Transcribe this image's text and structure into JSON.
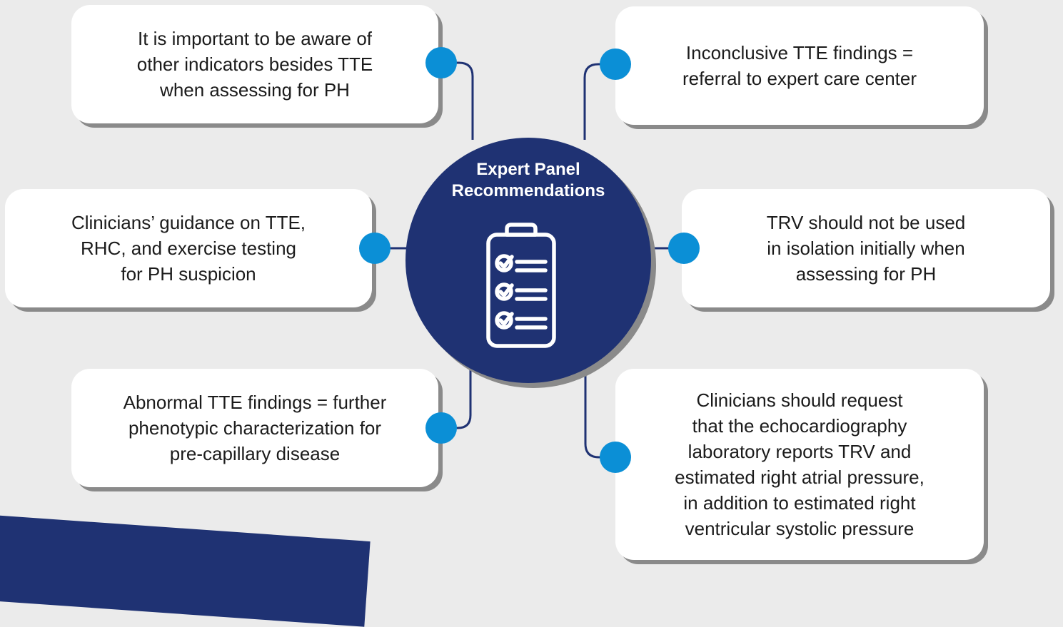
{
  "center": {
    "title_lines": [
      "Expert Panel",
      "Recommendations"
    ],
    "icon": "clipboard-checklist-icon"
  },
  "recommendations": [
    {
      "id": "top-left",
      "lines": [
        "It is important to be aware of",
        "other indicators besides TTE",
        "when assessing for PH"
      ]
    },
    {
      "id": "middle-left",
      "lines": [
        "Clinicians’ guidance on TTE,",
        "RHC, and exercise testing",
        "for PH suspicion"
      ]
    },
    {
      "id": "bottom-left",
      "lines": [
        "Abnormal TTE findings = further",
        "phenotypic characterization for",
        "pre-capillary disease"
      ]
    },
    {
      "id": "top-right",
      "lines": [
        "Inconclusive TTE findings =",
        "referral to expert care center"
      ]
    },
    {
      "id": "middle-right",
      "lines": [
        "TRV should not be used",
        "in isolation initially when",
        "assessing for PH"
      ]
    },
    {
      "id": "bottom-right",
      "lines": [
        "Clinicians should request",
        "that the echocardiography",
        "laboratory reports TRV and",
        "estimated right atrial pressure,",
        "in addition to estimated right",
        "ventricular systolic pressure"
      ]
    }
  ],
  "colors": {
    "background": "#ebebeb",
    "center_circle": "#1f3273",
    "connector_dot": "#0b8fd6",
    "connector_line": "#1f3273",
    "box": "#ffffff",
    "box_shadow": "#8a8a8a"
  }
}
